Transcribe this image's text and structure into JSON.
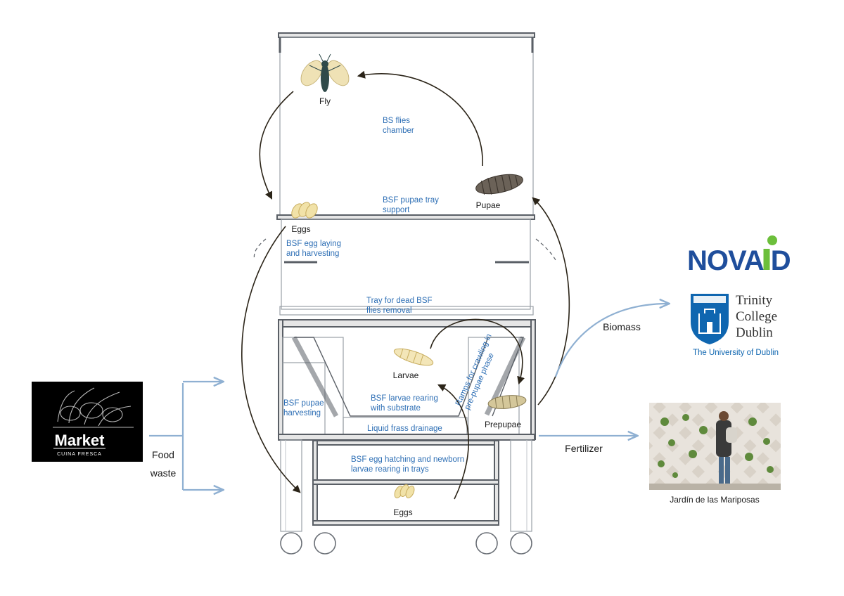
{
  "stages": {
    "fly": "Fly",
    "eggs_top": "Eggs",
    "pupae": "Pupae",
    "larvae": "Larvae",
    "prepupae": "Prepupae",
    "eggs_bottom": "Eggs"
  },
  "compartments": {
    "chamber_l1": "BS flies",
    "chamber_l2": "chamber",
    "pupae_support_l1": "BSF pupae tray",
    "pupae_support_l2": "support",
    "egg_laying_l1": "BSF egg laying",
    "egg_laying_l2": "and harvesting",
    "dead_flies_l1": "Tray for dead BSF",
    "dead_flies_l2": "flies removal",
    "pupae_harvest_l1": "BSF pupae",
    "pupae_harvest_l2": "harvesting",
    "larvae_rearing_l1": "BSF larvae rearing",
    "larvae_rearing_l2": "with substrate",
    "frass": "Liquid frass drainage",
    "hatching_l1": "BSF egg hatching and newborn",
    "hatching_l2": "larvae rearing in trays",
    "ramps_l1": "Ramps for crawling in",
    "ramps_l2": "pre-pupae phase"
  },
  "flows": {
    "food_l1": "Food",
    "food_l2": "waste",
    "biomass": "Biomass",
    "fertilizer": "Fertilizer"
  },
  "partners": {
    "market_name": "Market",
    "market_tagline": "CUINA FRESCA",
    "novaid": "NOVAID",
    "trinity_l1": "Trinity",
    "trinity_l2": "College",
    "trinity_l3": "Dublin",
    "trinity_sub": "The University of Dublin",
    "garden_caption": "Jardín de las Mariposas"
  },
  "colors": {
    "label_blue": "#2e6fb5",
    "flow_arrow": "#8fb0d2",
    "cycle_arrow": "#2b2418",
    "novaid_blue": "#1f4e9c",
    "novaid_green": "#6cbf3b",
    "trinity_blue": "#0f66b0"
  },
  "icons": [
    "fly-icon",
    "eggs-icon",
    "pupae-icon",
    "larvae-icon",
    "prepupae-icon",
    "food-waste-arrow",
    "biomass-arrow",
    "fertilizer-arrow",
    "trinity-crest-icon"
  ]
}
